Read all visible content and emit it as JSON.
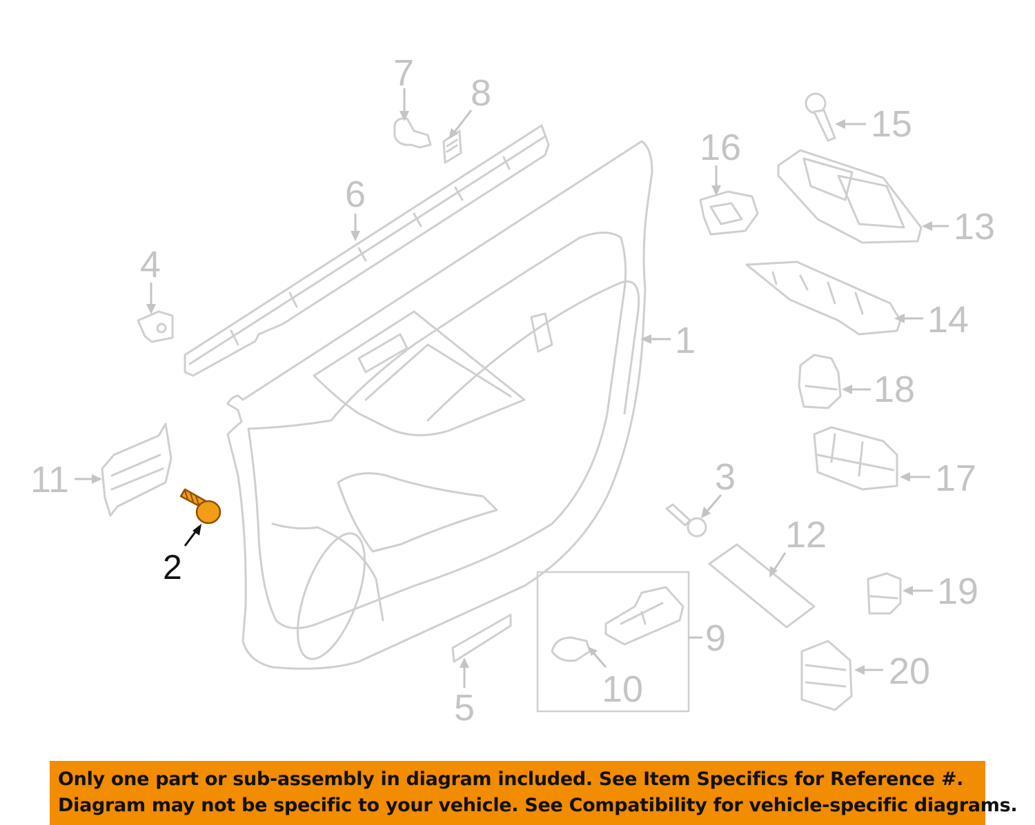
{
  "callouts": {
    "c1": "1",
    "c2": "2",
    "c3": "3",
    "c4": "4",
    "c5": "5",
    "c6": "6",
    "c7": "7",
    "c8": "8",
    "c9": "9",
    "c10": "10",
    "c11": "11",
    "c12": "12",
    "c13": "13",
    "c14": "14",
    "c15": "15",
    "c16": "16",
    "c17": "17",
    "c18": "18",
    "c19": "19",
    "c20": "20"
  },
  "highlighted_part": "2",
  "colors": {
    "highlight": "#f39c18",
    "banner": "#f28c00",
    "outline": "#cfcfcf",
    "text": "#111111"
  },
  "notice": {
    "line1": "Only one part or sub-assembly in diagram included. See Item Specifics for Reference #.",
    "line2": "Diagram may not be specific to your vehicle. See Compatibility for vehicle-specific diagrams."
  }
}
